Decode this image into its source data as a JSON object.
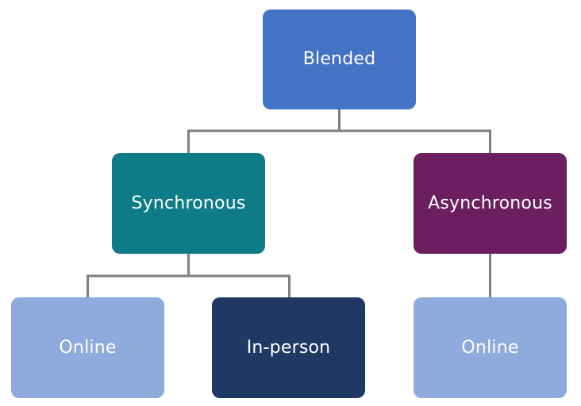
{
  "diagram": {
    "connector_color": "#7f7f7f",
    "nodes": {
      "root": {
        "label": "Blended",
        "color": "#4472c4"
      },
      "synchronous": {
        "label": "Synchronous",
        "color": "#0e7c86"
      },
      "asynchronous": {
        "label": "Asynchronous",
        "color": "#6b1f60"
      },
      "sync_online": {
        "label": "Online",
        "color": "#8faadc"
      },
      "sync_in_person": {
        "label": "In-person",
        "color": "#203864"
      },
      "async_online": {
        "label": "Online",
        "color": "#8faadc"
      }
    }
  }
}
